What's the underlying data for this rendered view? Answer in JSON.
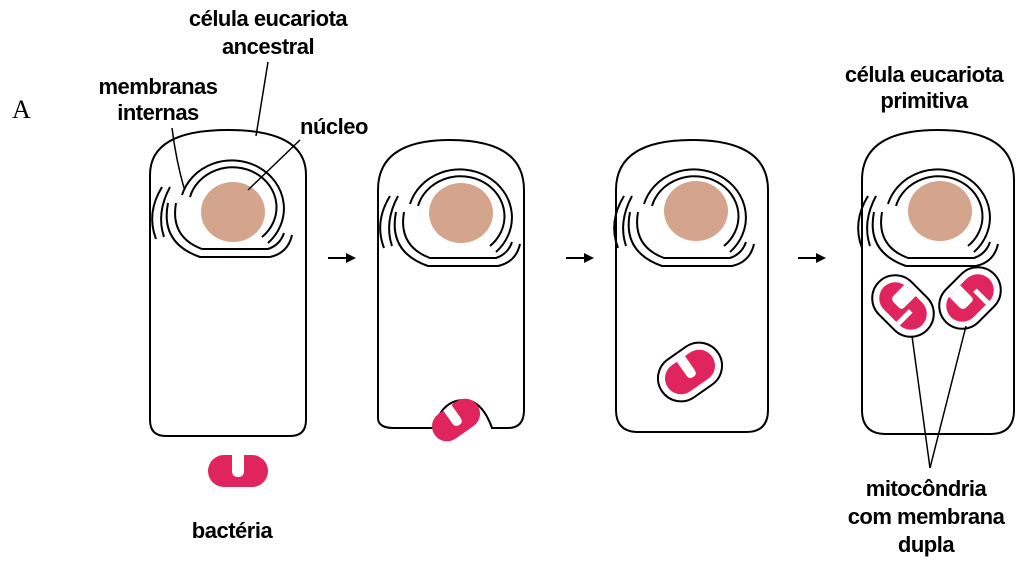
{
  "panel_letter": "A",
  "labels": {
    "ancestral_cell": [
      "célula eucariota",
      "ancestral"
    ],
    "internal_membranes": [
      "membranas",
      "internas"
    ],
    "nucleus": "núcleo",
    "primitive_cell": [
      "célula eucariota",
      "primitiva"
    ],
    "bacterium": "bactéria",
    "mitochondria": [
      "mitocôndria",
      "com membrana",
      "dupla"
    ]
  },
  "colors": {
    "nucleus": "#d4a48c",
    "bacterium": "#e0245e",
    "outline": "#000000",
    "background": "#ffffff"
  }
}
